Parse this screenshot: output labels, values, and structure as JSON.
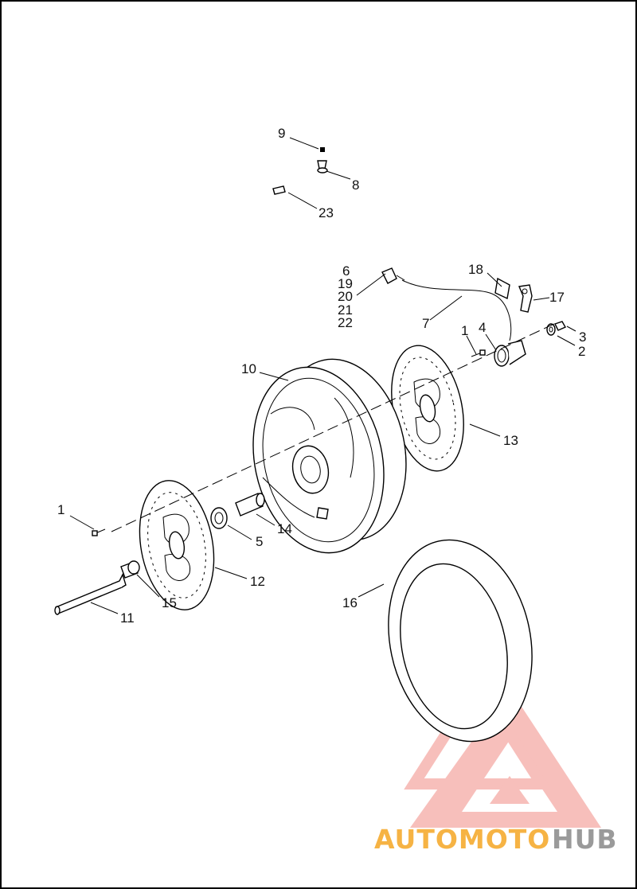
{
  "diagram": {
    "callouts": [
      {
        "id": "c9",
        "text": "9"
      },
      {
        "id": "c8",
        "text": "8"
      },
      {
        "id": "c23",
        "text": "23"
      },
      {
        "id": "c6",
        "text": "6"
      },
      {
        "id": "c19",
        "text": "19"
      },
      {
        "id": "c20",
        "text": "20"
      },
      {
        "id": "c21",
        "text": "21"
      },
      {
        "id": "c22",
        "text": "22"
      },
      {
        "id": "c18",
        "text": "18"
      },
      {
        "id": "c17",
        "text": "17"
      },
      {
        "id": "c7",
        "text": "7"
      },
      {
        "id": "c1a",
        "text": "1"
      },
      {
        "id": "c4",
        "text": "4"
      },
      {
        "id": "c3",
        "text": "3"
      },
      {
        "id": "c2",
        "text": "2"
      },
      {
        "id": "c10",
        "text": "10"
      },
      {
        "id": "c13",
        "text": "13"
      },
      {
        "id": "c1b",
        "text": "1"
      },
      {
        "id": "c14",
        "text": "14"
      },
      {
        "id": "c5",
        "text": "5"
      },
      {
        "id": "c12",
        "text": "12"
      },
      {
        "id": "c15",
        "text": "15"
      },
      {
        "id": "c11",
        "text": "11"
      },
      {
        "id": "c16",
        "text": "16"
      }
    ]
  },
  "watermark": {
    "part1": "AUTOMOTO",
    "part2": "HUB",
    "color_primary": "#f5a623",
    "color_secondary": "#888888",
    "logo_color": "#e8433a"
  },
  "colors": {
    "line": "#000000",
    "background": "#ffffff"
  }
}
